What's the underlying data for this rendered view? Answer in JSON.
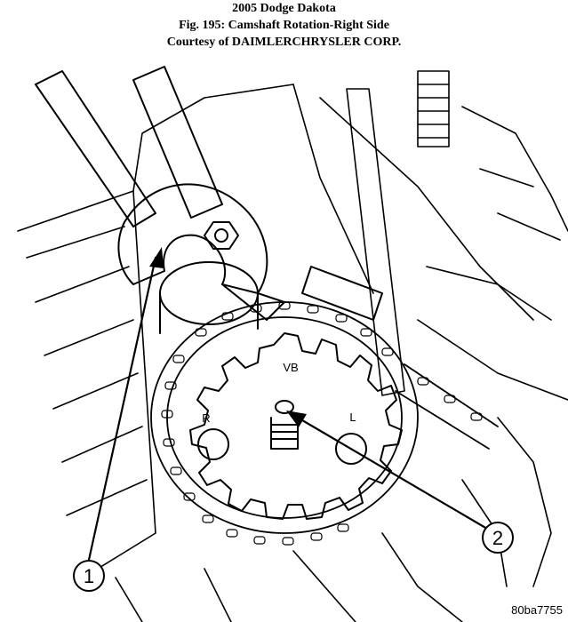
{
  "header": {
    "vehicle": "2005 Dodge Dakota",
    "figure_title": "Fig. 195: Camshaft Rotation-Right Side",
    "courtesy": "Courtesy of DAIMLERCHRYSLER CORP."
  },
  "diagram": {
    "gear_labels": {
      "top": "VB",
      "left": "R",
      "right": "L"
    },
    "callouts": [
      {
        "number": "1"
      },
      {
        "number": "2"
      }
    ],
    "reference_id": "80ba7755"
  }
}
